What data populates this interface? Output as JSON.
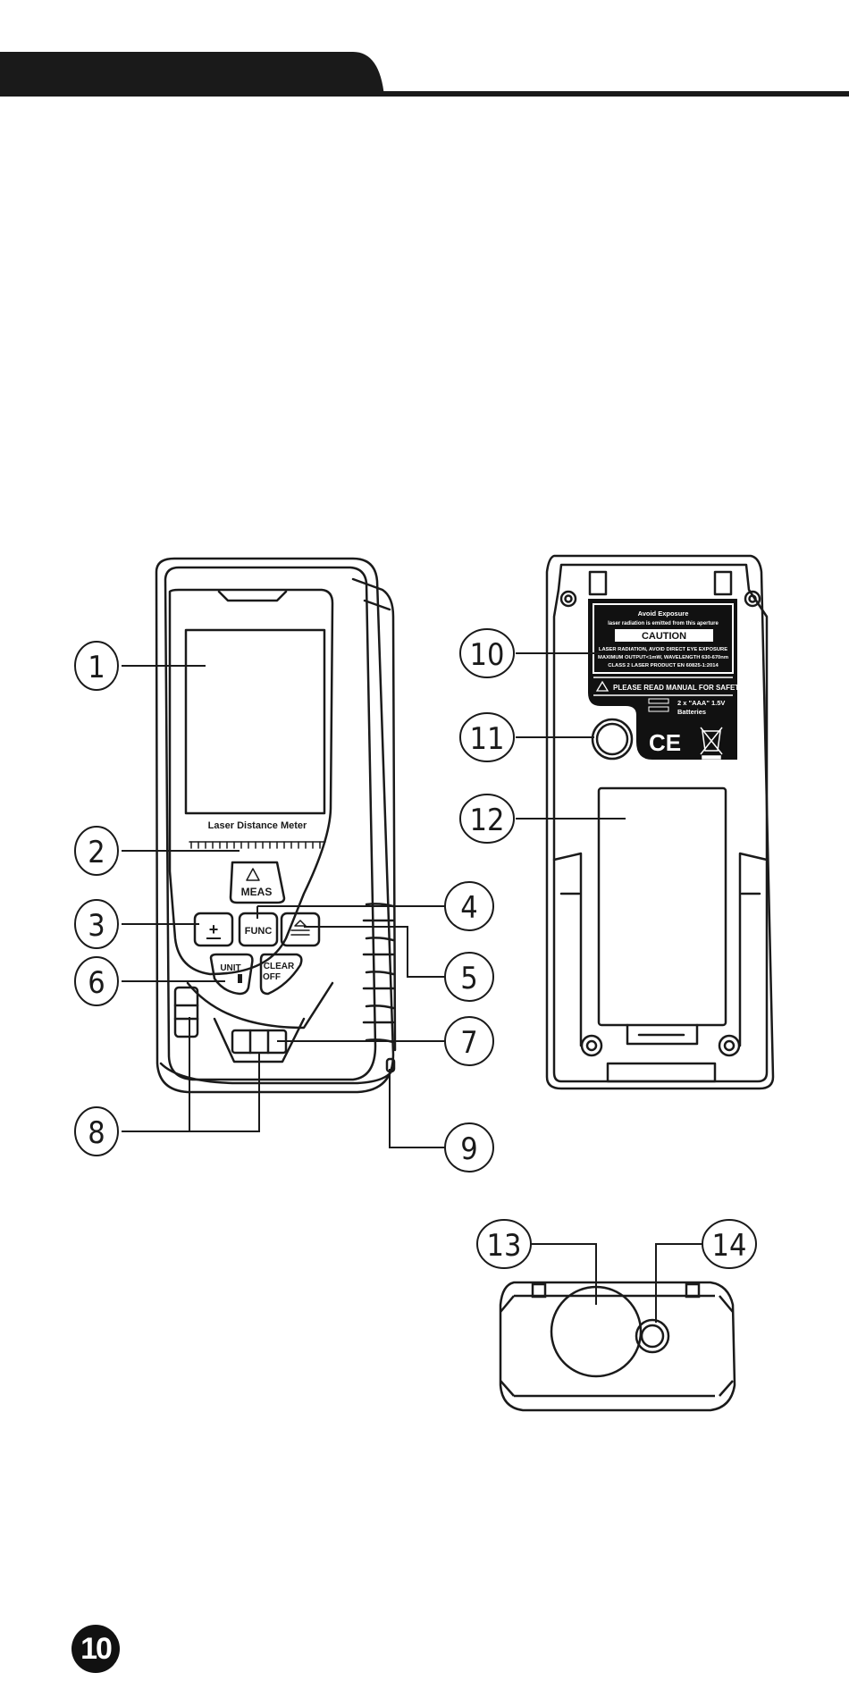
{
  "page": {
    "number": "10"
  },
  "device_front": {
    "screen_title": "Laser Distance Meter",
    "buttons": {
      "meas": "MEAS",
      "plus_minus": "+",
      "func": "FUNC",
      "unit": "UNIT",
      "clear": "CLEAR",
      "off": "OFF"
    }
  },
  "device_back": {
    "label": {
      "avoid_exposure": "Avoid Exposure",
      "aperture_text": "laser radiation is emitted from this aperture",
      "caution": "CAUTION",
      "line1": "LASER RADIATION, AVOID DIRECT EYE EXPOSURE",
      "line2": "MAXIMUM OUTPUT<1mW, WAVELENGTH 630-670nm",
      "line3": "CLASS 2 LASER PRODUCT  EN 60825-1:2014",
      "read_manual": "PLEASE READ MANUAL FOR SAFETY.",
      "battery_line1": "2 x \"AAA\" 1.5V",
      "battery_line2": "Batteries",
      "ce": "CE"
    }
  },
  "callouts": [
    "1",
    "2",
    "3",
    "4",
    "5",
    "6",
    "7",
    "8",
    "9",
    "10",
    "11",
    "12",
    "13",
    "14"
  ],
  "colors": {
    "ink": "#1a1a1a",
    "label_bg": "#111111",
    "paper": "#ffffff"
  }
}
